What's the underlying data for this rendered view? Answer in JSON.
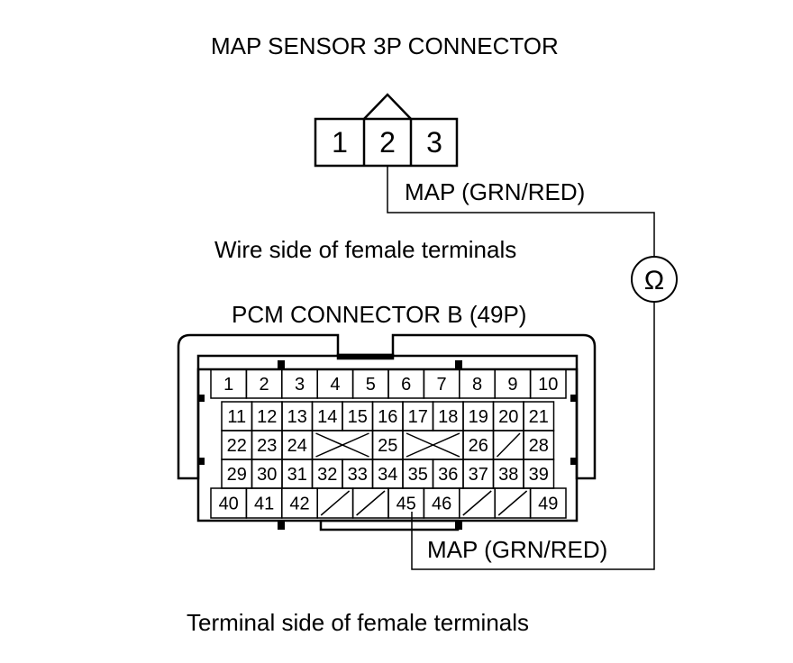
{
  "map_sensor": {
    "title": "MAP SENSOR 3P CONNECTOR",
    "terminals": [
      "1",
      "2",
      "3"
    ],
    "wire_label": "MAP (GRN/RED)",
    "view_label": "Wire side of female terminals"
  },
  "meter": {
    "symbol": "Ω"
  },
  "pcm": {
    "title": "PCM CONNECTOR B (49P)",
    "wire_label": "MAP (GRN/RED)",
    "view_label": "Terminal side of female terminals",
    "row1": [
      "1",
      "2",
      "3",
      "4",
      "5",
      "6",
      "7",
      "8",
      "9",
      "10"
    ],
    "row2": [
      "11",
      "12",
      "13",
      "14",
      "15",
      "16",
      "17",
      "18",
      "19",
      "20",
      "21"
    ],
    "row3": [
      "22",
      "23",
      "24",
      "",
      "",
      "25",
      "",
      "",
      "26",
      "",
      "28"
    ],
    "row4": [
      "29",
      "30",
      "31",
      "32",
      "33",
      "34",
      "35",
      "36",
      "37",
      "38",
      "39"
    ],
    "row5": [
      "40",
      "41",
      "42",
      "",
      "",
      "45",
      "46",
      "",
      "",
      "49"
    ]
  },
  "colors": {
    "line": "#000000",
    "background": "#ffffff"
  }
}
